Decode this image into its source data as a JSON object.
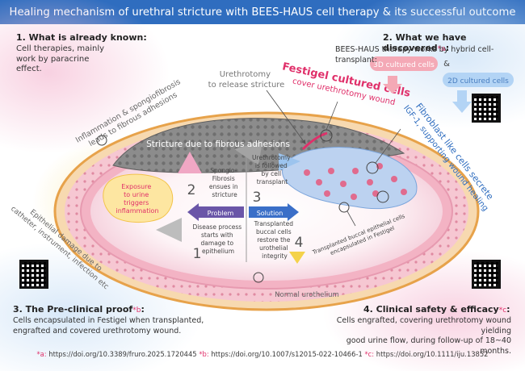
{
  "title": "Healing mechanism of urethral stricture with BEES-HAUS cell therapy & its successful outcome",
  "known": {
    "heading": "1. What is already known:",
    "body": [
      "Cell therapies, mainly",
      "work by paracrine",
      "effect."
    ]
  },
  "discovered": {
    "heading": "2. What we have discovered",
    "mark": "*a",
    "colon": ":",
    "body": "BEES-HAUS therapy works by hybrid cell-transplant:",
    "cells_3d": "3D cultured cells",
    "amp": "&",
    "cells_2d": "2D cultured cells"
  },
  "preclinical": {
    "heading": "3. The Pre-clinical proof",
    "mark": "*b",
    "colon": ":",
    "body": [
      "Cells encapsulated in Festigel when transplanted,",
      "engrafted and covered urethrotomy wound."
    ]
  },
  "clinical": {
    "heading": "4. Clinical safety & efficacy",
    "mark": "*c",
    "colon": ":",
    "body": [
      "Cells engrafted, covering urethrotomy wound yielding",
      "good urine flow, during follow-up of 18~40 months."
    ]
  },
  "diagram": {
    "inflammation_lines": [
      "Inflammation & spongiofibrosis",
      "leads to fibrous adhesions"
    ],
    "urethrotomy_lines": [
      "Urethrotomy",
      "to release stricture"
    ],
    "festigel_lines": [
      "Festigel cultured cells",
      "cover urethrotomy wound"
    ],
    "fibroblast_lines": [
      "Fibroblast like cells secrete",
      "IGF-1, supporting wound healing"
    ],
    "stricture": "Stricture due to fibrous adhesions",
    "exposure_lines": [
      "Exposure",
      "to urine",
      "triggers",
      "inflammation"
    ],
    "epithelial_lines": [
      "Epithelial damage due to",
      "catheter, instrument, infection etc"
    ],
    "step1_number": "1",
    "step1_lines": [
      "Disease process",
      "starts with",
      "damage to",
      "epithelium"
    ],
    "step2_number": "2",
    "step2_lines": [
      "Spongio-",
      "Fibrosis",
      "ensues in",
      "stricture"
    ],
    "step3_number": "3",
    "step3_lines": [
      "Urethrotomy",
      "is followed",
      "by cell",
      "transplant"
    ],
    "step4_number": "4",
    "step4_lines": [
      "Transplanted",
      "buccal cells",
      "restore the",
      "urothelial",
      "integrity"
    ],
    "problem": "Problem",
    "solution": "Solution",
    "buccal_lines": [
      "Transplanted buccal epithelial cells",
      "encapsulated in Festigel"
    ],
    "normal": "Normal urothelium"
  },
  "references": [
    {
      "mark": "*a:",
      "url": "https://doi.org/10.3389/fruro.2025.1720445"
    },
    {
      "mark": "*b:",
      "url": "https://doi.org/10.1007/s12015-022-10466-1"
    },
    {
      "mark": "*c:",
      "url": "https://doi.org/10.1111/iju.13852"
    }
  ],
  "colors": {
    "banner": "#2f6dbf",
    "accent_red": "#e0306a",
    "accent_blue": "#2f6dbf",
    "problem_purple": "#6a56a8",
    "solution_blue": "#3a6fc8",
    "highlight_yellow": "#f4d24a"
  }
}
